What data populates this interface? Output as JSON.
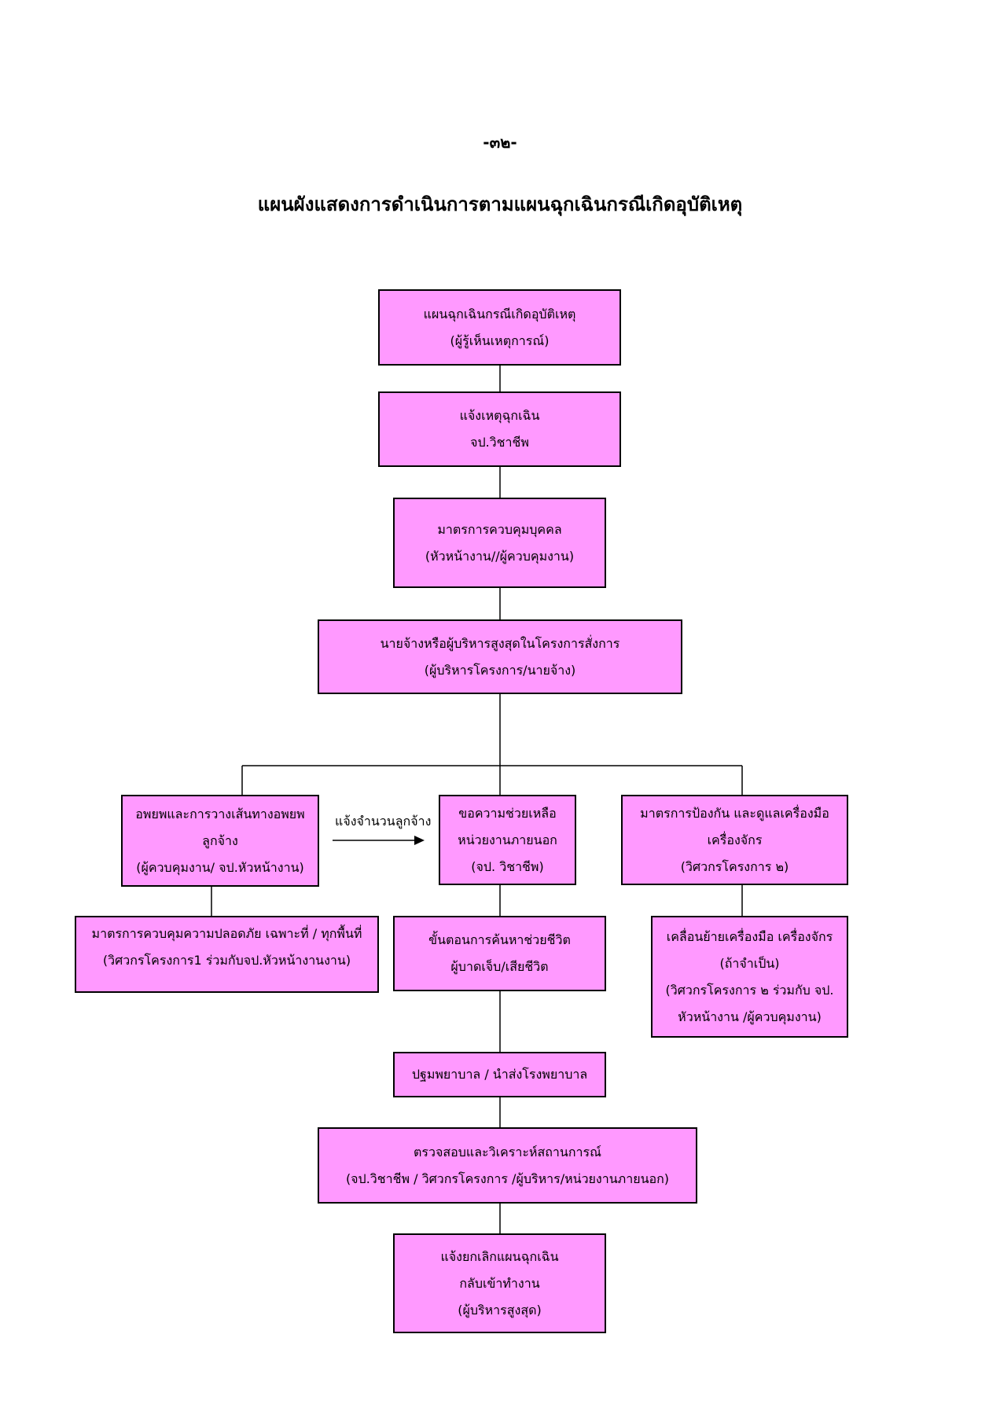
{
  "page_number": "-๓๒-",
  "title": "แผนผังแสดงการดำเนินการตามแผนฉุกเฉินกรณีเกิดอุบัติเหตุ",
  "nodes": [
    {
      "id": "n1",
      "lines": [
        "แผนฉุกเฉินกรณีเกิดอุบัติเหตุ",
        "(ผู้รู้เห็นเหตุการณ์)"
      ]
    },
    {
      "id": "n2",
      "lines": [
        "แจ้งเหตุฉุกเฉิน",
        "จป.วิชาชีพ"
      ]
    },
    {
      "id": "n3",
      "lines": [
        "มาตรการควบคุมบุคคล",
        "(หัวหน้างาน//ผู้ควบคุมงาน)"
      ]
    },
    {
      "id": "n4",
      "lines": [
        "นายจ้างหรือผู้บริหารสูงสุดในโครงการสั่งการ",
        "(ผู้บริหารโครงการ/นายจ้าง)"
      ]
    },
    {
      "id": "n5",
      "lines": [
        "อพยพและการวางเส้นทางอพยพ",
        "ลูกจ้าง",
        "(ผู้ควบคุมงาน/ จป.หัวหน้างาน)"
      ]
    },
    {
      "id": "n6",
      "lines": [
        "ขอความช่วยเหลือ",
        "หน่วยงานภายนอก",
        "(จป. วิชาชีพ)"
      ]
    },
    {
      "id": "n7",
      "lines": [
        "มาตรการป้องกัน และดูแลเครื่องมือ",
        "เครื่องจักร",
        "(วิศวกรโครงการ ๒)"
      ]
    },
    {
      "id": "n8",
      "lines": [
        "มาตรการควบคุมความปลอดภัย เฉพาะที่ / ทุกพื้นที่",
        "(วิศวกรโครงการ1 ร่วมกับจป.หัวหน้างานงาน)"
      ]
    },
    {
      "id": "n9",
      "lines": [
        "ขั้นตอนการค้นหาช่วยชีวิต",
        "ผู้บาดเจ็บ/เสียชีวิต"
      ]
    },
    {
      "id": "n10",
      "lines": [
        "เคลื่อนย้ายเครื่องมือ เครื่องจักร",
        "(ถ้าจำเป็น)",
        "(วิศวกรโครงการ ๒ ร่วมกับ จป.",
        "หัวหน้างาน /ผู้ควบคุมงาน)"
      ]
    },
    {
      "id": "n11",
      "lines": [
        "ปฐมพยาบาล / นำส่งโรงพยาบาล"
      ]
    },
    {
      "id": "n12",
      "lines": [
        "ตรวจสอบและวิเคราะห์สถานการณ์",
        "(จป.วิชาชีพ / วิศวกรโครงการ /ผู้บริหาร/หน่วยงานภายนอก)"
      ]
    },
    {
      "id": "n13",
      "lines": [
        "แจ้งยกเลิกแผนฉุกเฉิน",
        "กลับเข้าทำงาน",
        "(ผู้บริหารสูงสุด)"
      ]
    }
  ],
  "arrow_label": "แจ้งจำนวนลูกจ้าง",
  "colors": {
    "box_fill": "#ff99ff",
    "line": "#000000"
  }
}
